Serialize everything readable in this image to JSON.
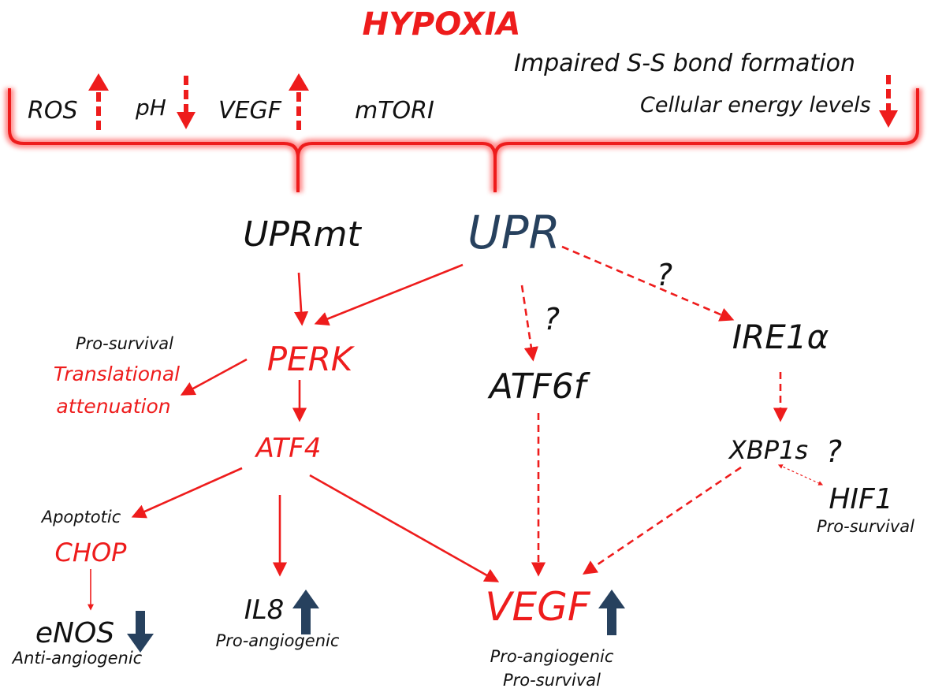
{
  "colors": {
    "red": "#ee1c1c",
    "black": "#111111",
    "navy": "#27415e"
  },
  "header": {
    "title": "HYPOXIA",
    "factors": {
      "ros": "ROS",
      "ph": "pH",
      "vegf": "VEGF",
      "mtor": "mTORI",
      "ss_bond": "Impaired S-S bond formation",
      "energy": "Cellular energy levels"
    }
  },
  "nodes": {
    "uprmt": "UPRmt",
    "upr": "UPR",
    "perk": "PERK",
    "atf6f": "ATF6f",
    "ire1a": "IRE1α",
    "atf4": "ATF4",
    "xbp1s": "XBP1s",
    "hif1": "HIF1",
    "chop": "CHOP",
    "enos": "eNOS",
    "il8": "IL8",
    "vegf": "VEGF"
  },
  "annotations": {
    "pro_survival_perk": "Pro-survival",
    "translational": "Translational",
    "attenuation": "attenuation",
    "apoptotic": "Apoptotic",
    "anti_angiogenic": "Anti-angiogenic",
    "pro_angiogenic_il8": "Pro-angiogenic",
    "pro_angiogenic_vegf": "Pro-angiogenic",
    "pro_survival_vegf": "Pro-survival",
    "pro_survival_hif": "Pro-survival",
    "q_upr_ire": "?",
    "q_atf6": "?",
    "q_xbp": "?"
  }
}
